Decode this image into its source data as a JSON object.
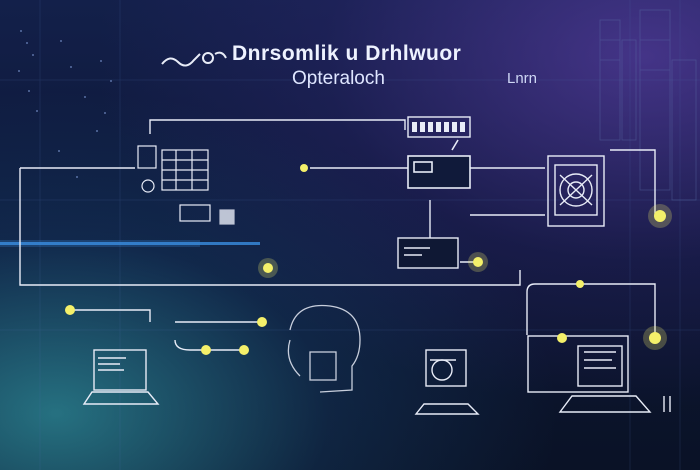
{
  "title": {
    "line1": "Dnrsomlik u Drhlwuor",
    "line2": "Opteraloch",
    "line3": "Lnrn"
  },
  "colors": {
    "background": "#0d1838",
    "line": "#e8ecf7",
    "accent_yellow": "#f4f06a",
    "accent_cyan": "#3fc6d0",
    "accent_violet": "#6a45c0"
  },
  "icons": [
    "logo-mark-icon",
    "server-rack-icon",
    "monitor-icon",
    "laptop-icon",
    "cpu-chip-icon",
    "database-icon",
    "head-profile-icon"
  ]
}
